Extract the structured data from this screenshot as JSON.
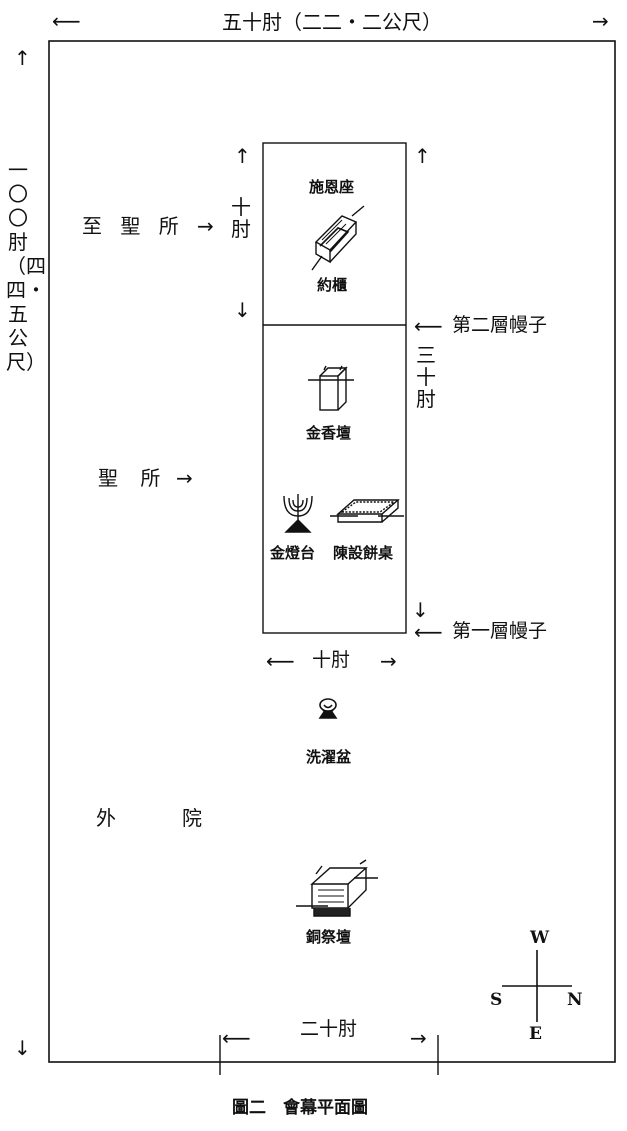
{
  "diagram": {
    "top_dimension": "五十肘（二二・二公尺）",
    "left_dimension": "一〇〇肘（四四・五公尺）",
    "holy_of_holies": "至 聖 所",
    "holy_place": "聖 所",
    "outer_court": "外",
    "outer_court_2": "院",
    "ten_cubits_vertical": "十肘",
    "thirty_cubits_vertical": "三十肘",
    "ten_cubits_horizontal": "十肘",
    "twenty_cubits": "二十肘",
    "second_veil": "第二層幔子",
    "first_veil": "第一層幔子",
    "items": {
      "mercy_seat": "施恩座",
      "ark": "約櫃",
      "incense_altar": "金香壇",
      "lampstand": "金燈台",
      "showbread_table": "陳設餅桌",
      "laver": "洗濯盆",
      "bronze_altar": "銅祭壇"
    },
    "compass": {
      "W": "W",
      "S": "S",
      "N": "N",
      "E": "E"
    },
    "caption": "圖二　會幕平面圖"
  }
}
